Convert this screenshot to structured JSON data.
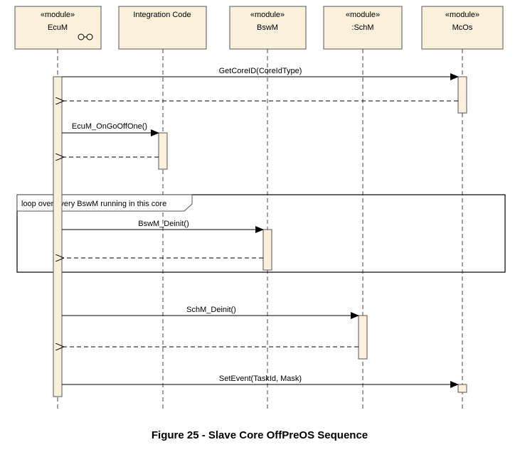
{
  "participants": [
    {
      "id": "ecum",
      "stereotype": "«module»",
      "name": "EcuM"
    },
    {
      "id": "integration",
      "stereotype": "",
      "name": "Integration Code"
    },
    {
      "id": "bswm",
      "stereotype": "«module»",
      "name": "BswM"
    },
    {
      "id": "schm",
      "stereotype": "«module»",
      "name": ":SchM"
    },
    {
      "id": "mcos",
      "stereotype": "«module»",
      "name": "McOs"
    }
  ],
  "messages": [
    {
      "id": "getcoreid",
      "label": "GetCoreID(CoreIdType)"
    },
    {
      "id": "ongooffone",
      "label": "EcuM_OnGoOffOne()"
    },
    {
      "id": "bswmdeinit",
      "label": "BswM_Deinit()"
    },
    {
      "id": "schmdeinit",
      "label": "SchM_Deinit()"
    },
    {
      "id": "setevent",
      "label": "SetEvent(TaskId, Mask)"
    }
  ],
  "loop_frame": {
    "label": "loop over every BswM running in this core"
  },
  "caption": "Figure 25 - Slave Core OffPreOS Sequence",
  "colors": {
    "box_fill": "#fbf0dc",
    "stroke": "#555555"
  }
}
